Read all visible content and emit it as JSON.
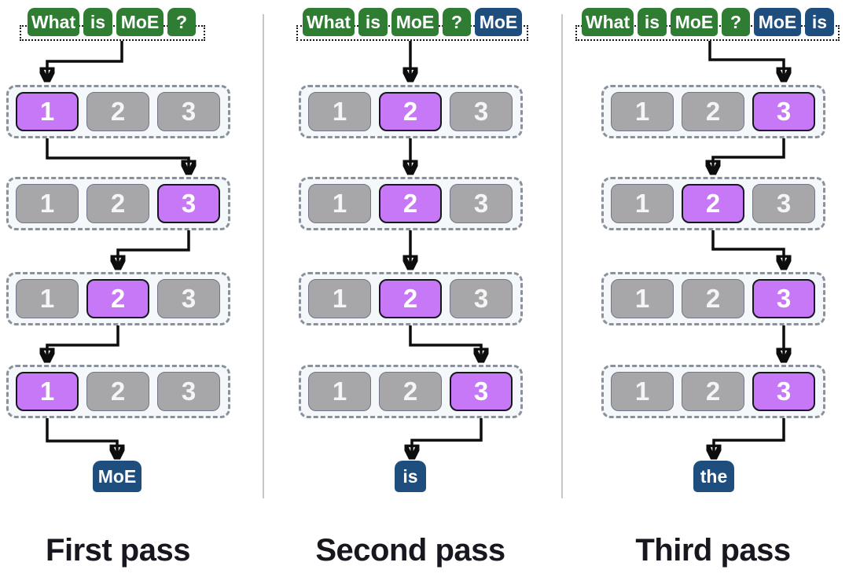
{
  "passes": [
    {
      "label": "First pass",
      "prompt_tokens": [
        {
          "text": "What",
          "type": "prompt"
        },
        {
          "text": "is",
          "type": "prompt"
        },
        {
          "text": "MoE",
          "type": "prompt"
        },
        {
          "text": "?",
          "type": "prompt"
        }
      ],
      "expert_rows": [
        {
          "experts": [
            "1",
            "2",
            "3"
          ],
          "selected_expert": "1"
        },
        {
          "experts": [
            "1",
            "2",
            "3"
          ],
          "selected_expert": "3"
        },
        {
          "experts": [
            "1",
            "2",
            "3"
          ],
          "selected_expert": "2"
        },
        {
          "experts": [
            "1",
            "2",
            "3"
          ],
          "selected_expert": "1"
        }
      ],
      "output_token": "MoE"
    },
    {
      "label": "Second pass",
      "prompt_tokens": [
        {
          "text": "What",
          "type": "prompt"
        },
        {
          "text": "is",
          "type": "prompt"
        },
        {
          "text": "MoE",
          "type": "prompt"
        },
        {
          "text": "?",
          "type": "prompt"
        },
        {
          "text": "MoE",
          "type": "generated"
        }
      ],
      "expert_rows": [
        {
          "experts": [
            "1",
            "2",
            "3"
          ],
          "selected_expert": "2"
        },
        {
          "experts": [
            "1",
            "2",
            "3"
          ],
          "selected_expert": "2"
        },
        {
          "experts": [
            "1",
            "2",
            "3"
          ],
          "selected_expert": "2"
        },
        {
          "experts": [
            "1",
            "2",
            "3"
          ],
          "selected_expert": "3"
        }
      ],
      "output_token": "is"
    },
    {
      "label": "Third pass",
      "prompt_tokens": [
        {
          "text": "What",
          "type": "prompt"
        },
        {
          "text": "is",
          "type": "prompt"
        },
        {
          "text": "MoE",
          "type": "prompt"
        },
        {
          "text": "?",
          "type": "prompt"
        },
        {
          "text": "MoE",
          "type": "generated"
        },
        {
          "text": "is",
          "type": "generated"
        }
      ],
      "expert_rows": [
        {
          "experts": [
            "1",
            "2",
            "3"
          ],
          "selected_expert": "3"
        },
        {
          "experts": [
            "1",
            "2",
            "3"
          ],
          "selected_expert": "2"
        },
        {
          "experts": [
            "1",
            "2",
            "3"
          ],
          "selected_expert": "3"
        },
        {
          "experts": [
            "1",
            "2",
            "3"
          ],
          "selected_expert": "3"
        }
      ],
      "output_token": "the"
    }
  ],
  "colors": {
    "prompt_token": "#2e7d32",
    "generated_token": "#1e4e7e",
    "active_expert": "#c678f6",
    "inactive_expert": "#a7a7aa",
    "arrow": "#0d0d0d"
  }
}
